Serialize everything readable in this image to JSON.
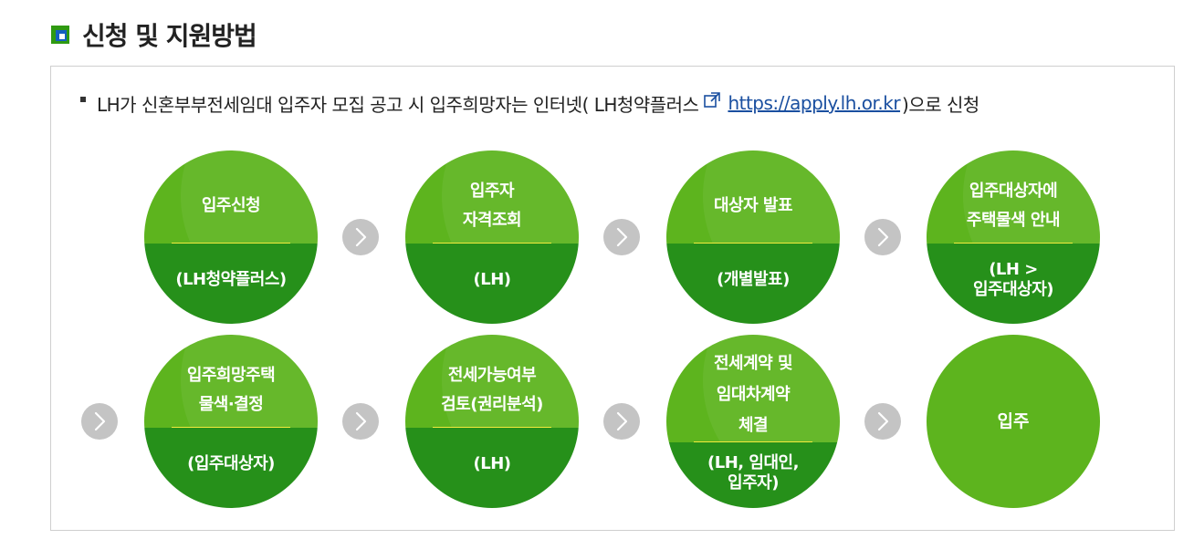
{
  "section": {
    "title": "신청 및 지원방법"
  },
  "notice": {
    "text_before": "LH가 신혼부부전세임대 입주자 모집 공고 시 입주희망자는 인터넷( LH청약플러스",
    "link_icon": "external-link-icon",
    "url": "https://apply.lh.or.kr",
    "text_after": ")으로 신청"
  },
  "steps": [
    {
      "top_lines": [
        "입주신청"
      ],
      "bottom_lines": [
        "(LH청약플러스)"
      ]
    },
    {
      "top_lines": [
        "입주자",
        "자격조회"
      ],
      "bottom_lines": [
        "(LH)"
      ]
    },
    {
      "top_lines": [
        "대상자 발표"
      ],
      "bottom_lines": [
        "(개별발표)"
      ]
    },
    {
      "top_lines": [
        "입주대상자에",
        "주택물색 안내"
      ],
      "bottom_lines": [
        "(LH >",
        "입주대상자)"
      ]
    },
    {
      "top_lines": [
        "입주희망주택",
        "물색·결정"
      ],
      "bottom_lines": [
        "(입주대상자)"
      ]
    },
    {
      "top_lines": [
        "전세가능여부",
        "검토(권리분석)"
      ],
      "bottom_lines": [
        "(LH)"
      ]
    },
    {
      "top_lines": [
        "전세계약 및",
        "임대차계약",
        "체결"
      ],
      "bottom_lines": [
        "(LH, 임대인,",
        "입주자)"
      ]
    },
    {
      "label": "입주"
    }
  ],
  "arrow_icon": "chevron-right-icon",
  "colors": {
    "step_top": "#5db41e",
    "step_bottom": "#26901a",
    "divider": "#f3ea3d",
    "arrow_bg": "#c4c4c4",
    "link": "#1a4fa0"
  }
}
